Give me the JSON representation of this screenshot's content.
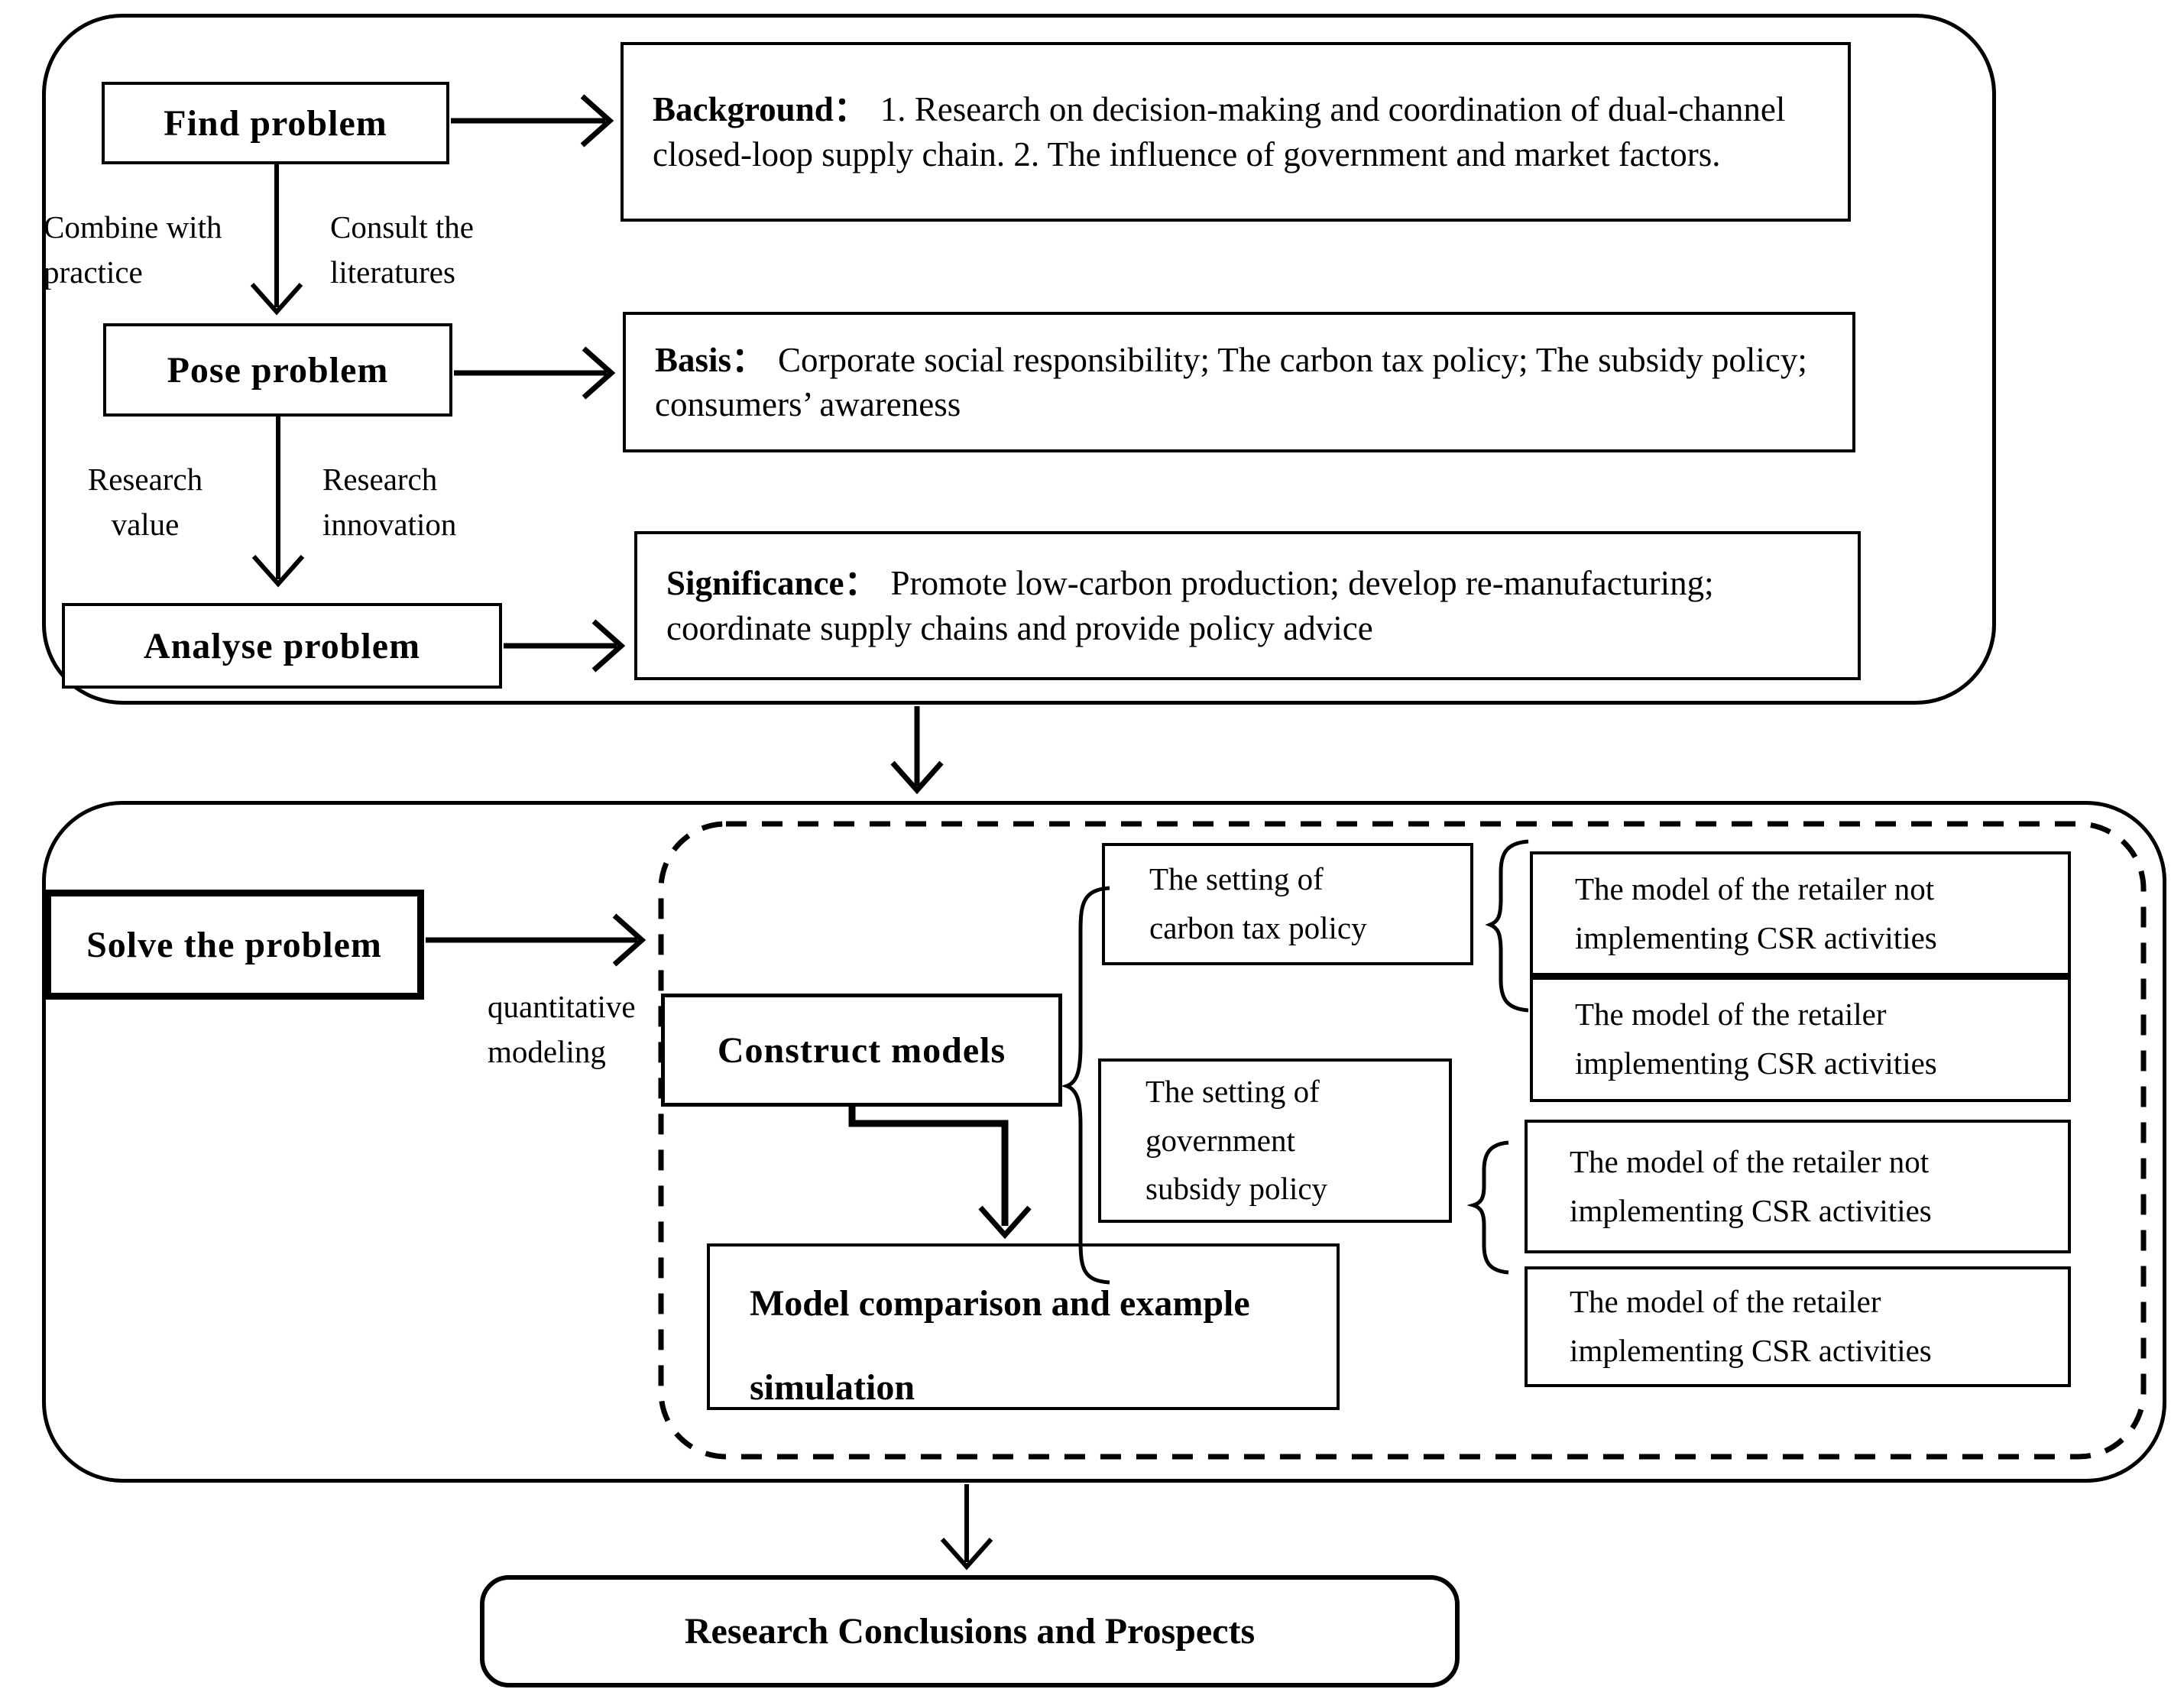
{
  "diagram": {
    "phase1": {
      "find_label": "Find problem",
      "pose_label": "Pose problem",
      "analyse_label": "Analyse problem",
      "background_label": "Background：",
      "background_text": "1. Research on decision-making and coordination of dual-channel closed-loop supply chain. 2. The influence of government and market factors.",
      "basis_label": "Basis：",
      "basis_text": "Corporate social responsibility; The carbon tax policy; The subsidy policy; consumers’ awareness",
      "significance_label": "Significance：",
      "significance_text": "Promote low-carbon production; develop re-manufacturing; coordinate supply chains and provide policy advice",
      "edge_combine": "Combine with\npractice",
      "edge_consult": "Consult the\nliteratures",
      "edge_value": "Research\nvalue",
      "edge_innovation": "Research\ninnovation"
    },
    "phase2": {
      "solve_label": "Solve the problem",
      "edge_quantitative": "quantitative\nmodeling",
      "construct_label": "Construct models",
      "carbon_setting": "The setting of\ncarbon tax policy",
      "subsidy_setting": "The setting of\ngovernment\nsubsidy policy",
      "models": [
        {
          "text": "The model of the retailer not\nimplementing CSR activities"
        },
        {
          "text": "The model of the retailer\nimplementing CSR activities"
        },
        {
          "text": "The model of the retailer not\nimplementing CSR activities"
        },
        {
          "text": "The model of the retailer\nimplementing CSR activities"
        }
      ],
      "comparison_label": "Model comparison and example\nsimulation"
    },
    "conclusion_label": "Research Conclusions and Prospects"
  }
}
